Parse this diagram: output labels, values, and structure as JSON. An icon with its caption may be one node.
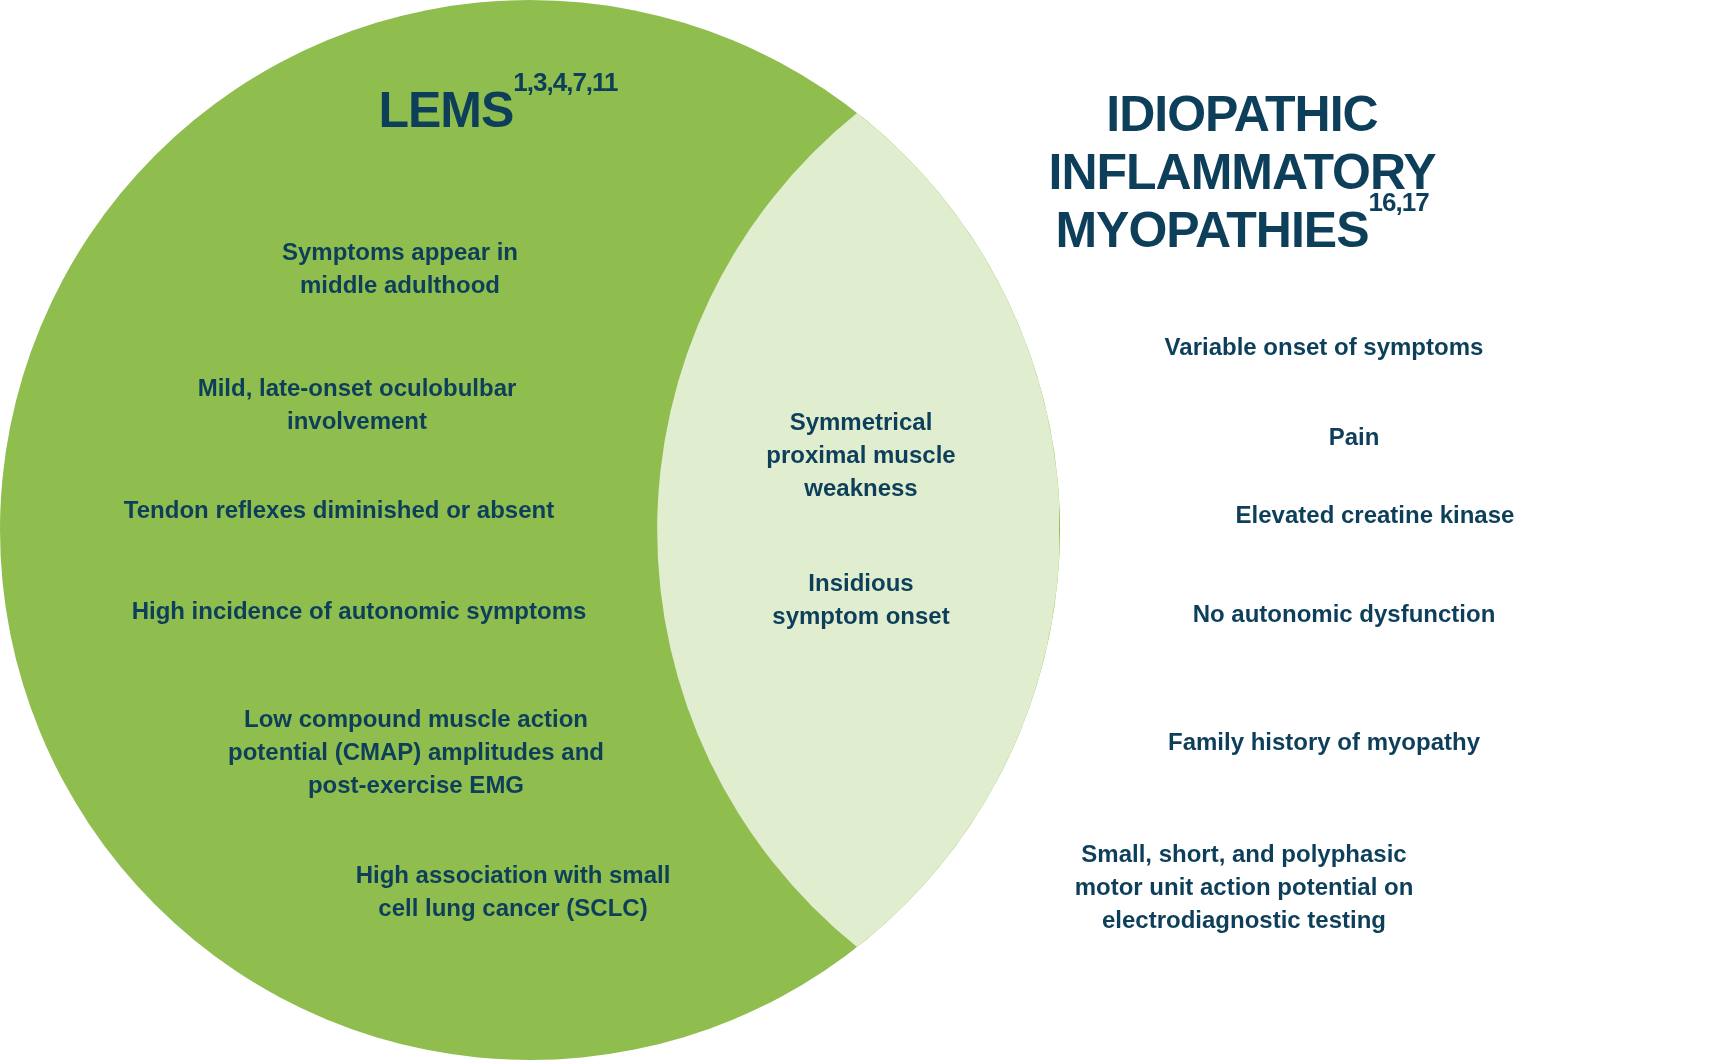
{
  "diagram": {
    "nodes": [
      {
        "text": [
          "LEMS$^{1,3,4,7,11}$",
          "Symptoms appear in middle adulthood",
          "Mild, late-onset oculobulbar involvement",
          "Tendon reflexes diminished or absent",
          "High incidence of autonomic symptoms",
          "Low compound muscle action potential (CMAP) amplitudes and post-exercise EMG",
          "High association with small cell lung cancer (SCLC)"
        ]
      },
      {
        "text": [
          "IDIOPATHIC INFLAMMATORY MYOPATHIES$^{16,17}$",
          "Variable onset of symptoms",
          "Pain",
          "Elevated creatine kinase",
          "No autonomic dysfunction",
          "Family history of myopathy",
          "Small, short, and polyphasic motor unit action potential on electrodiagnostic testing"
        ]
      },
      {
        "text": [
          "Symmetrical proximal muscle weakness",
          "Insidious symptom onset"
        ],
        "in": 0
      }
    ]
  }
}
